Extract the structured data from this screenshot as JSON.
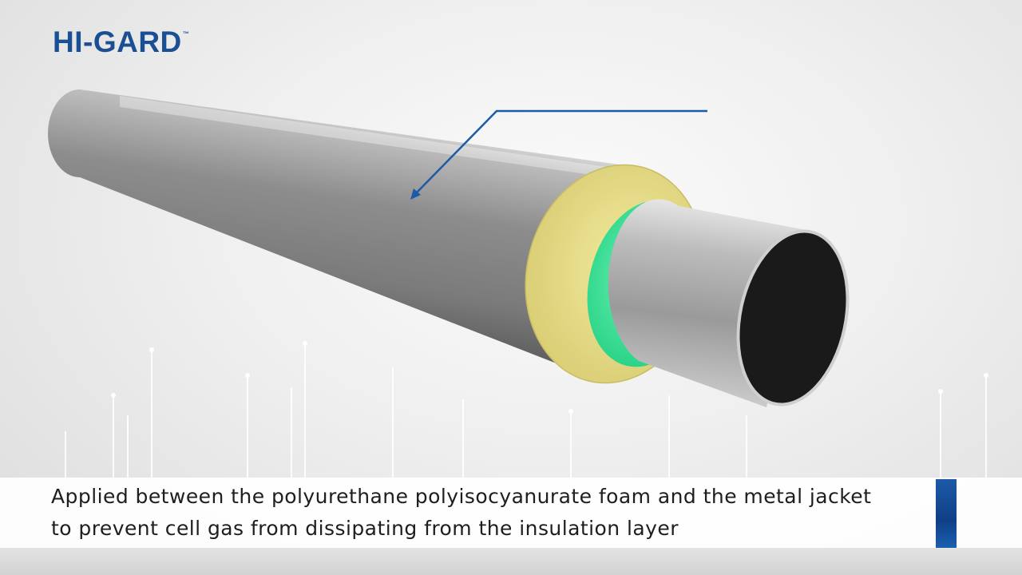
{
  "brand": {
    "name": "HI-GARD",
    "trademark": "™"
  },
  "caption": {
    "line1": "Applied between the polyurethane polyisocyanurate foam and the metal jacket",
    "line2": "to prevent cell gas from dissipating from the insulation layer"
  },
  "colors": {
    "brand_blue": "#1b4f93",
    "metal_jacket": "#8a8a8a",
    "foam_layer": "#e6dc8c",
    "barrier_layer": "#3fe59a",
    "carrier_pipe": "#b5b5b5",
    "pipe_bore": "#1a1a1a"
  }
}
